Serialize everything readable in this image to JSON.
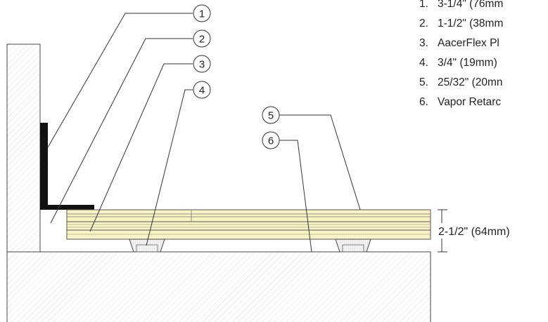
{
  "legend": [
    {
      "num": "1.",
      "text": "3-1/4\" (76mm"
    },
    {
      "num": "2.",
      "text": "1-1/2\" (38mm"
    },
    {
      "num": "3.",
      "text": "AacerFlex Pl"
    },
    {
      "num": "4.",
      "text": "3/4\" (19mm)"
    },
    {
      "num": "5.",
      "text": "25/32\" (20mn"
    },
    {
      "num": "6.",
      "text": "Vapor Retarc"
    }
  ],
  "callouts": [
    "1",
    "2",
    "3",
    "4",
    "5",
    "6"
  ],
  "dimension": {
    "label": "2-1/2\" (64mm)"
  },
  "colors": {
    "wood": "#f7f3c2",
    "wood_line": "#555555",
    "angle": "#111111",
    "hatch": "#e2e2e2",
    "pad": "#e8e8e8"
  }
}
